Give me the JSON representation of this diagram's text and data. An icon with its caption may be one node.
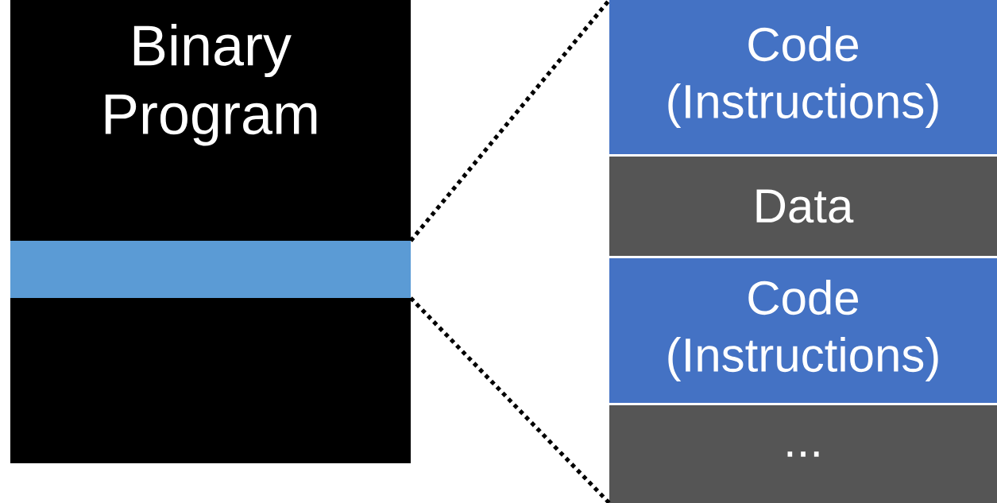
{
  "diagram": {
    "nodes": [
      {
        "text": [
          "Binary Program"
        ]
      },
      {
        "text": [],
        "shape": "bar",
        "in": 0
      },
      {
        "text": [
          "Code (Instructions)"
        ]
      },
      {
        "text": [
          "Data"
        ]
      },
      {
        "text": [
          "Code (Instructions)"
        ]
      },
      {
        "text": [
          "..."
        ]
      }
    ],
    "edges": [
      {
        "from": 1,
        "to": 2,
        "arrow": "none",
        "style": "dashed"
      },
      {
        "from": 1,
        "to": 5,
        "arrow": "none",
        "style": "dashed"
      }
    ]
  }
}
